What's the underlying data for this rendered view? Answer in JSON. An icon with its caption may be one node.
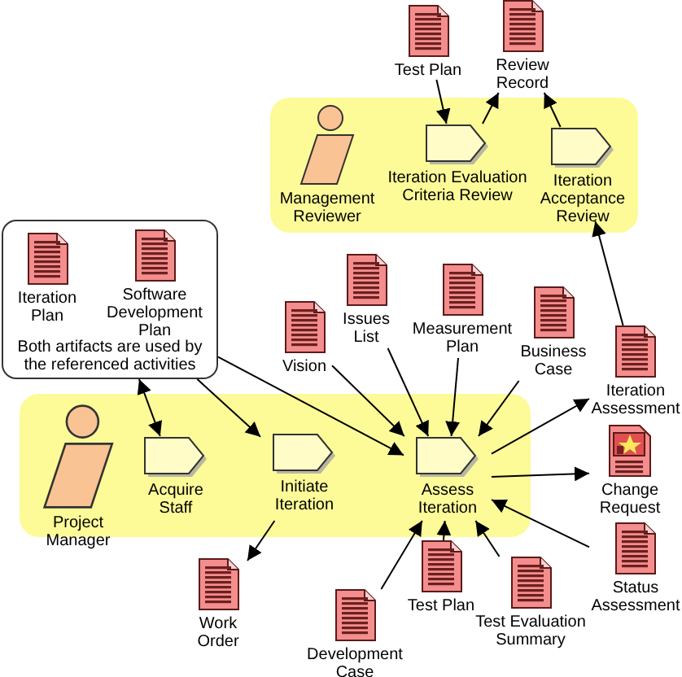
{
  "diagram": {
    "nodes": [
      {
        "text": [],
        "shape": "band"
      },
      {
        "text": [
          "Management Reviewer"
        ],
        "in": 0
      },
      {
        "text": [
          "Iteration Evaluation Criteria Review"
        ],
        "in": 0
      },
      {
        "text": [
          "Iteration Acceptance Review"
        ],
        "in": 0
      },
      {
        "text": [
          "Test Plan"
        ]
      },
      {
        "text": [
          "Review Record"
        ]
      },
      {
        "text": [
          "Both artifacts are used by the referenced activities"
        ]
      },
      {
        "text": [
          "Iteration Plan"
        ],
        "in": 6
      },
      {
        "text": [
          "Software Development Plan"
        ],
        "in": 6
      },
      {
        "text": [],
        "shape": "band"
      },
      {
        "text": [
          "Project Manager"
        ],
        "in": 9
      },
      {
        "text": [
          "Acquire Staff"
        ],
        "in": 9
      },
      {
        "text": [
          "Initiate Iteration"
        ],
        "in": 9
      },
      {
        "text": [
          "Assess Iteration"
        ],
        "in": 9
      },
      {
        "text": [
          "Vision"
        ]
      },
      {
        "text": [
          "Issues List"
        ]
      },
      {
        "text": [
          "Measurement Plan"
        ]
      },
      {
        "text": [
          "Business Case"
        ]
      },
      {
        "text": [
          "Iteration Assessment"
        ]
      },
      {
        "text": [
          "Change Request"
        ]
      },
      {
        "text": [
          "Status Assessment"
        ]
      },
      {
        "text": [
          "Test Evaluation Summary"
        ]
      },
      {
        "text": [
          "Test Plan"
        ]
      },
      {
        "text": [
          "Development Case"
        ]
      },
      {
        "text": [
          "Work Order"
        ]
      }
    ],
    "edges": [
      {
        "from": 4,
        "to": 2,
        "arrow": "to"
      },
      {
        "from": 2,
        "to": 5,
        "arrow": "to"
      },
      {
        "from": 3,
        "to": 5,
        "arrow": "to"
      },
      {
        "from": 18,
        "to": 3,
        "arrow": "to"
      },
      {
        "from": 6,
        "to": 11,
        "arrow": "both"
      },
      {
        "from": 6,
        "to": 12,
        "arrow": "to"
      },
      {
        "from": 6,
        "to": 13,
        "arrow": "to"
      },
      {
        "from": 14,
        "to": 13,
        "arrow": "to"
      },
      {
        "from": 15,
        "to": 13,
        "arrow": "to"
      },
      {
        "from": 16,
        "to": 13,
        "arrow": "to"
      },
      {
        "from": 17,
        "to": 13,
        "arrow": "to"
      },
      {
        "from": 13,
        "to": 18,
        "arrow": "to"
      },
      {
        "from": 13,
        "to": 19,
        "arrow": "to"
      },
      {
        "from": 20,
        "to": 13,
        "arrow": "to"
      },
      {
        "from": 21,
        "to": 13,
        "arrow": "to"
      },
      {
        "from": 22,
        "to": 13,
        "arrow": "to"
      },
      {
        "from": 23,
        "to": 13,
        "arrow": "to"
      },
      {
        "from": 12,
        "to": 24,
        "arrow": "to"
      }
    ]
  }
}
